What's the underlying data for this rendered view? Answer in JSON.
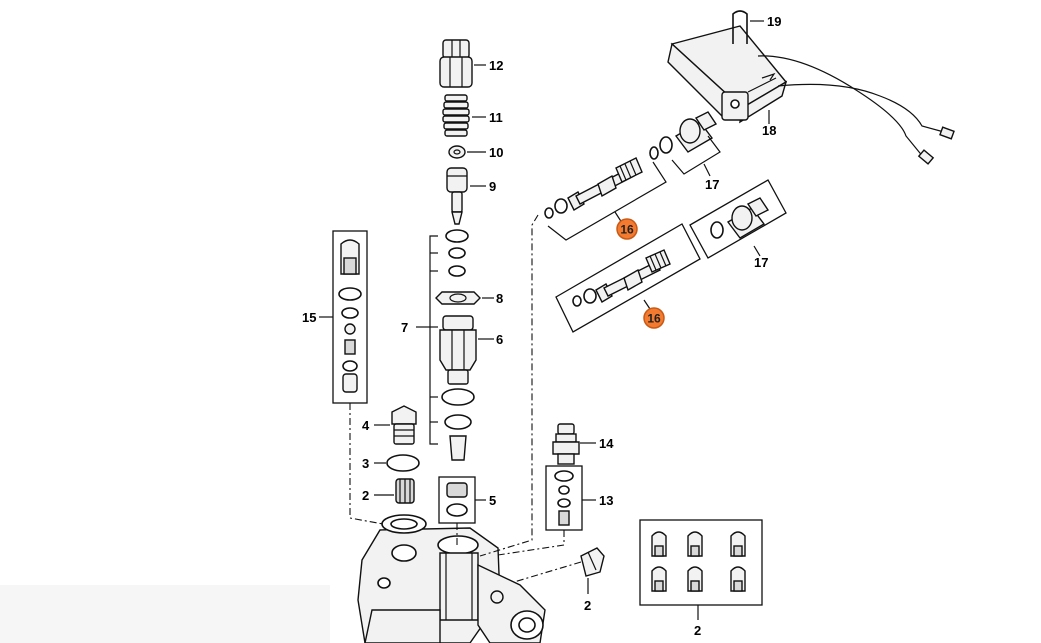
{
  "colors": {
    "highlight_fill": "#f47a2f",
    "highlight_stroke": "#c85a16",
    "line": "#111111",
    "background": "#ffffff"
  },
  "labels": {
    "l2_upper": "2",
    "l2_plunger": "2",
    "l2_box": "2",
    "l3": "3",
    "l4": "4",
    "l5": "5",
    "l6": "6",
    "l7": "7",
    "l8": "8",
    "l9": "9",
    "l10": "10",
    "l11": "11",
    "l12": "12",
    "l13": "13",
    "l14": "14",
    "l15": "15",
    "l16_upper": "16",
    "l16_lower": "16",
    "l17_upper": "17",
    "l17_lower": "17",
    "l18": "18",
    "l19": "19"
  }
}
